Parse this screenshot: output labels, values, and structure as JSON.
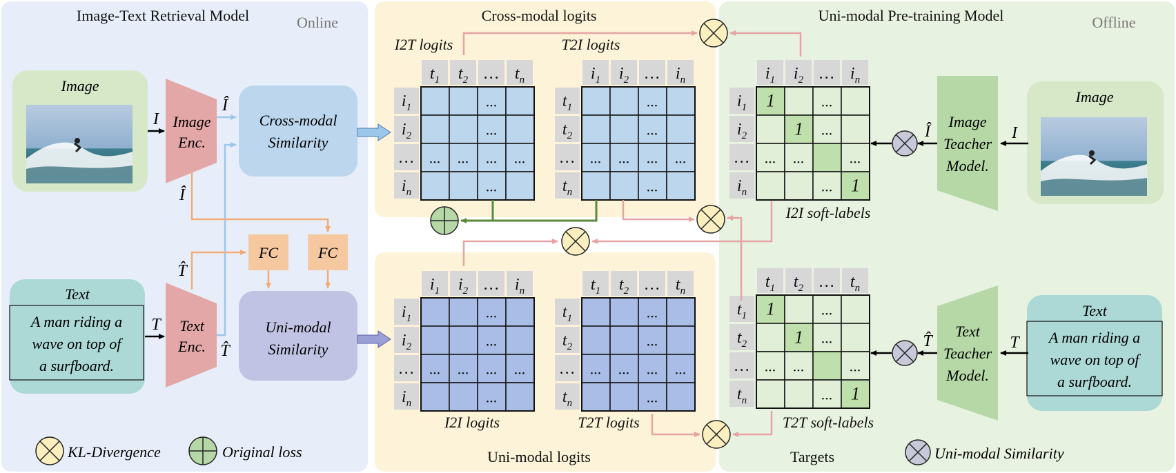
{
  "panels": {
    "online": {
      "title": "Image-Text Retrieval Model",
      "tag": "Online"
    },
    "middle_top": {
      "title": "Cross-modal logits"
    },
    "middle_bottom": {
      "title": "Uni-modal logits"
    },
    "offline": {
      "title": "Uni-modal Pre-training Model",
      "tag": "Offline",
      "targets": "Targets"
    }
  },
  "left": {
    "image_card": {
      "title": "Image"
    },
    "text_card": {
      "title": "Text",
      "caption": [
        "A man riding a",
        "wave on top of",
        "a surfboard."
      ]
    },
    "image_encoder": [
      "Image",
      "Enc."
    ],
    "text_encoder": [
      "Text",
      "Enc."
    ],
    "cross_modal_box": [
      "Cross-modal",
      "Similarity"
    ],
    "uni_modal_box": [
      "Uni-modal",
      "Similarity"
    ],
    "fc_label": "FC",
    "sym": {
      "I": "I",
      "I_hat": "Î",
      "T": "T",
      "T_hat": "T̂"
    }
  },
  "matrices": {
    "i2t": {
      "caption": "I2T logits",
      "cols": [
        "t",
        "t",
        "…",
        "t"
      ],
      "col_subs": [
        "1",
        "2",
        "",
        "n"
      ],
      "rows": [
        "i",
        "i",
        "…",
        "i"
      ],
      "row_subs": [
        "1",
        "2",
        "",
        "n"
      ],
      "cells": [
        [
          "",
          "",
          "...",
          ""
        ],
        [
          "",
          "",
          "...",
          ""
        ],
        [
          "...",
          "...",
          "...",
          "..."
        ],
        [
          "",
          "",
          "...",
          ""
        ]
      ]
    },
    "t2i": {
      "caption": "T2I logits",
      "cols": [
        "i",
        "i",
        "…",
        "i"
      ],
      "col_subs": [
        "1",
        "2",
        "",
        "n"
      ],
      "rows": [
        "t",
        "t",
        "…",
        "t"
      ],
      "row_subs": [
        "1",
        "2",
        "",
        "n"
      ],
      "cells": [
        [
          "",
          "",
          "...",
          ""
        ],
        [
          "",
          "",
          "...",
          ""
        ],
        [
          "...",
          "...",
          "...",
          "..."
        ],
        [
          "",
          "",
          "...",
          ""
        ]
      ]
    },
    "i2i": {
      "caption": "I2I logits",
      "cols": [
        "i",
        "i",
        "…",
        "i"
      ],
      "col_subs": [
        "1",
        "2",
        "",
        "n"
      ],
      "rows": [
        "i",
        "i",
        "…",
        "i"
      ],
      "row_subs": [
        "1",
        "2",
        "",
        "n"
      ],
      "cells": [
        [
          "",
          "",
          "...",
          ""
        ],
        [
          "",
          "",
          "...",
          ""
        ],
        [
          "...",
          "...",
          "...",
          "..."
        ],
        [
          "",
          "",
          "...",
          ""
        ]
      ]
    },
    "t2t": {
      "caption": "T2T logits",
      "cols": [
        "t",
        "t",
        "…",
        "t"
      ],
      "col_subs": [
        "1",
        "2",
        "",
        "n"
      ],
      "rows": [
        "t",
        "t",
        "…",
        "t"
      ],
      "row_subs": [
        "1",
        "2",
        "",
        "n"
      ],
      "cells": [
        [
          "",
          "",
          "...",
          ""
        ],
        [
          "",
          "",
          "...",
          ""
        ],
        [
          "...",
          "...",
          "...",
          "..."
        ],
        [
          "",
          "",
          "...",
          ""
        ]
      ]
    },
    "i2i_soft": {
      "caption": "I2I soft-labels",
      "cols": [
        "i",
        "i",
        "…",
        "i"
      ],
      "col_subs": [
        "1",
        "2",
        "",
        "n"
      ],
      "rows": [
        "i",
        "i",
        "…",
        "i"
      ],
      "row_subs": [
        "1",
        "2",
        "",
        "n"
      ],
      "cells": [
        [
          "1",
          "",
          "...",
          ""
        ],
        [
          "",
          "1",
          "...",
          ""
        ],
        [
          "...",
          "...",
          "",
          "..."
        ],
        [
          "",
          "",
          "...",
          "1"
        ]
      ]
    },
    "t2t_soft": {
      "caption": "T2T soft-labels",
      "cols": [
        "t",
        "t",
        "…",
        "t"
      ],
      "col_subs": [
        "1",
        "2",
        "",
        "n"
      ],
      "rows": [
        "t",
        "t",
        "…",
        "t"
      ],
      "row_subs": [
        "1",
        "2",
        "",
        "n"
      ],
      "cells": [
        [
          "1",
          "",
          "...",
          ""
        ],
        [
          "",
          "1",
          "...",
          ""
        ],
        [
          "...",
          "...",
          "",
          "..."
        ],
        [
          "",
          "",
          "...",
          "1"
        ]
      ]
    }
  },
  "right": {
    "image_card": {
      "title": "Image"
    },
    "text_card": {
      "title": "Text",
      "caption": [
        "A man riding a",
        "wave on top of",
        "a surfboard."
      ]
    },
    "image_teacher": [
      "Image",
      "Teacher",
      "Model."
    ],
    "text_teacher": [
      "Text",
      "Teacher",
      "Model."
    ]
  },
  "legend": {
    "kl": "KL-Divergence",
    "original": "Original loss",
    "uni": "Uni-modal Similarity"
  },
  "colors": {
    "online_bg": "#e7eef9",
    "middle_bg": "#fdf3d8",
    "offline_bg": "#e8f2e0",
    "cross_blue": "#bcd6ee",
    "uni_purple": "#c1c3e4",
    "encoder_red": "#e4a7a7",
    "fc_orange": "#f6c8a0",
    "teacher_green": "#b6d8a6",
    "arrow_pink": "#e6a3a3",
    "arrow_orange": "#f2ac78",
    "arrow_blue": "#9cc6ea",
    "arrow_green": "#5a8a3a"
  }
}
